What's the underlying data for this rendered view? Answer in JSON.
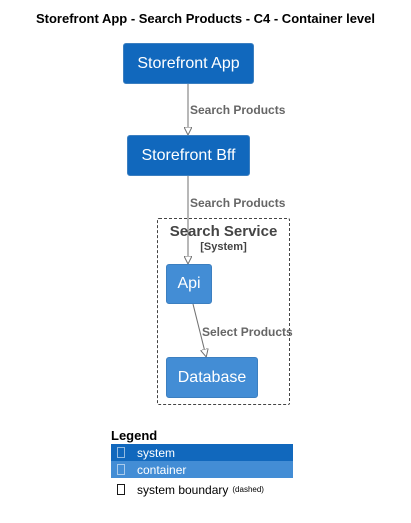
{
  "diagram": {
    "title": "Storefront App - Search Products - C4 - Container level",
    "nodes": {
      "storefront_app": "Storefront App",
      "storefront_bff": "Storefront Bff",
      "api": "Api",
      "database": "Database"
    },
    "boundary": {
      "name": "Search Service",
      "type": "[System]"
    },
    "edges": {
      "app_to_bff": "Search Products",
      "bff_to_api": "Search Products",
      "api_to_db": "Select Products"
    }
  },
  "legend": {
    "title": "Legend",
    "items": [
      {
        "label": "system",
        "icon": "square-icon"
      },
      {
        "label": "container",
        "icon": "square-icon"
      },
      {
        "label": "system boundary",
        "note": "(dashed)",
        "icon": "square-icon"
      }
    ]
  },
  "colors": {
    "system": "#1168bd",
    "container": "#438dd5",
    "edge": "#707070",
    "boundary": "#444444"
  }
}
